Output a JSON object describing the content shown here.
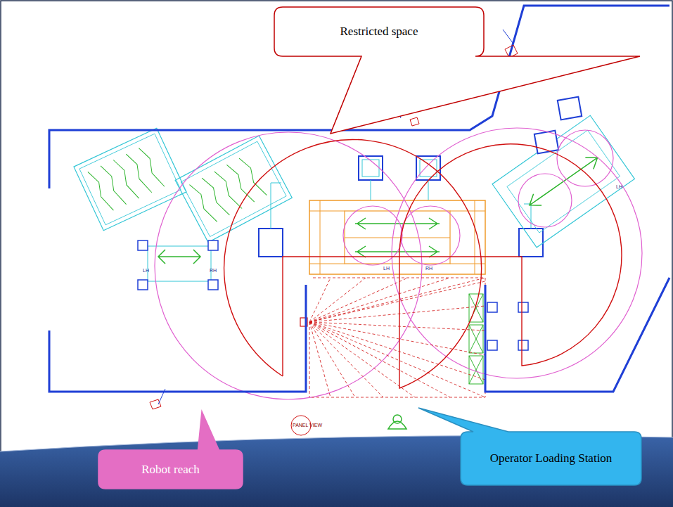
{
  "diagram": {
    "nodes": [
      {
        "text": [
          "Restricted space"
        ]
      },
      {
        "text": [
          "Robot reach"
        ]
      },
      {
        "text": [
          "Operator Loading Station"
        ]
      }
    ],
    "labels": [
      "LH",
      "RH",
      "LH",
      "RH",
      "LH",
      "PANEL VIEW"
    ]
  }
}
